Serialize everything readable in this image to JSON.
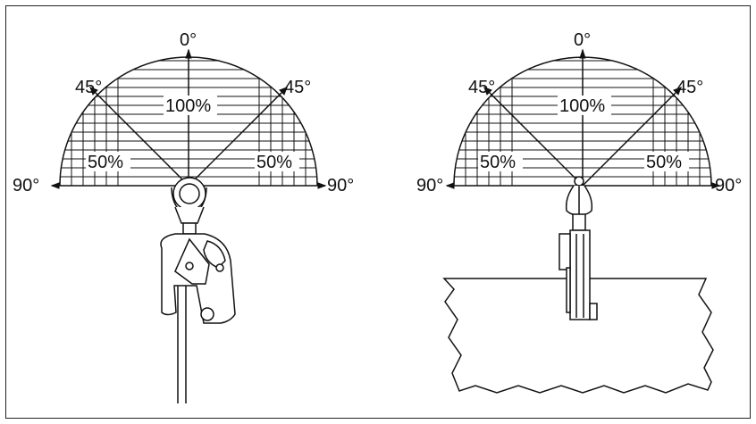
{
  "diagrams": [
    {
      "id": "vertical-clamp",
      "labels": {
        "top": "0°",
        "diag_left": "45°",
        "diag_right": "45°",
        "center": "100%",
        "side_left": "50%",
        "side_right": "50%",
        "edge_left": "90°",
        "edge_right": "90°"
      }
    },
    {
      "id": "horizontal-clamp",
      "labels": {
        "top": "0°",
        "diag_left": "45°",
        "diag_right": "45°",
        "center": "100%",
        "side_left": "50%",
        "side_right": "50%",
        "edge_left": "90°",
        "edge_right": "90°"
      }
    }
  ]
}
